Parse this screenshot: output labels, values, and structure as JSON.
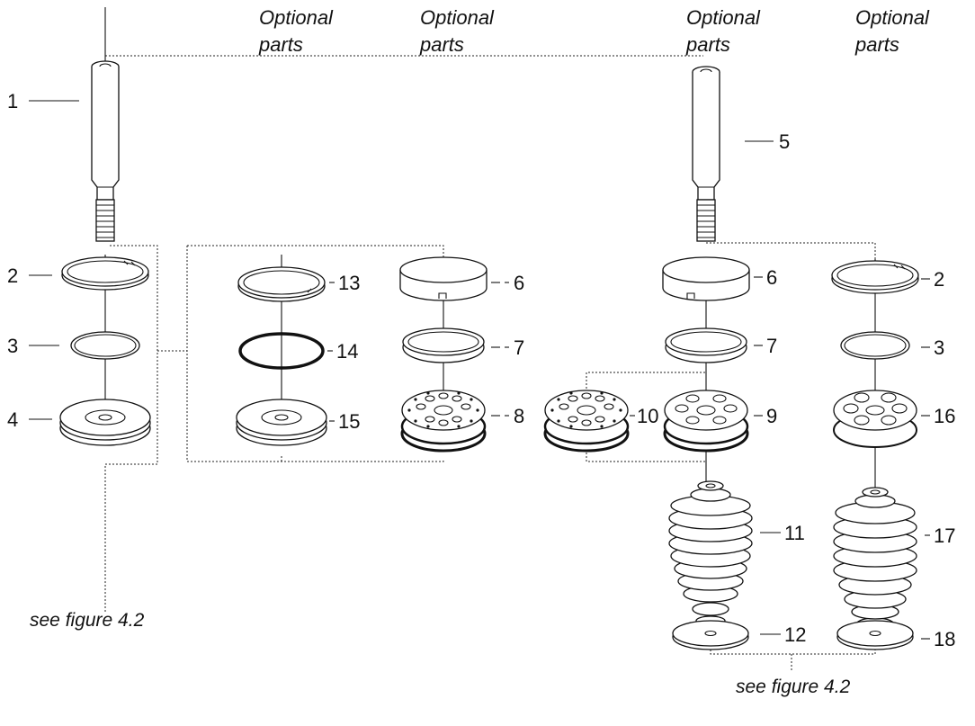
{
  "optional_labels": [
    {
      "line1": "Optional",
      "line2": "parts"
    },
    {
      "line1": "Optional",
      "line2": "parts"
    },
    {
      "line1": "Optional",
      "line2": "parts"
    },
    {
      "line1": "Optional",
      "line2": "parts"
    }
  ],
  "callouts": {
    "c1": "1",
    "c2": "2",
    "c3": "3",
    "c4": "4",
    "c5": "5",
    "c13": "13",
    "c14": "14",
    "c15": "15",
    "c6a": "6",
    "c7a": "7",
    "c8": "8",
    "c10": "10",
    "c6b": "6",
    "c7b": "7",
    "c9": "9",
    "c11": "11",
    "c12": "12",
    "c2b": "2",
    "c3b": "3",
    "c16": "16",
    "c17": "17",
    "c18": "18"
  },
  "references": {
    "left": "see figure 4.2",
    "bottom": "see figure 4.2"
  },
  "colors": {
    "line": "#111111",
    "background": "#ffffff"
  }
}
